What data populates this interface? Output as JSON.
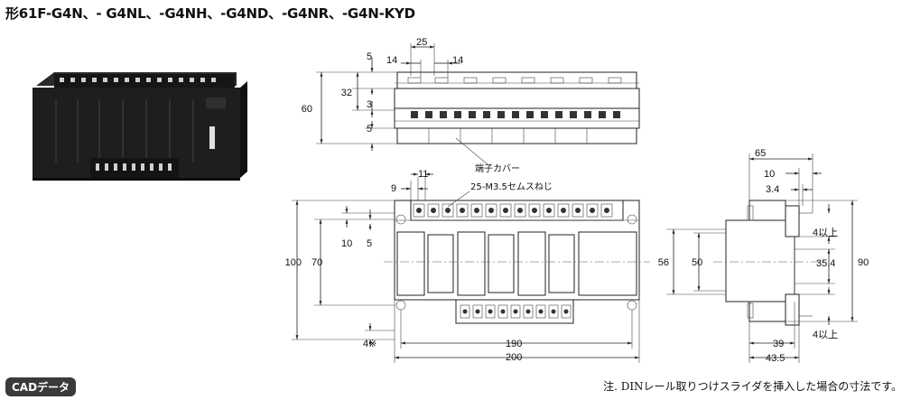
{
  "title": "形61F-G4N、- G4NL、-G4NH、-G4ND、-G4NR、-G4N-KYD",
  "cad_label": "CADデータ",
  "note": "注. DINレール取りつけスライダを挿入した場合の寸法です。",
  "top_view": {
    "dims": {
      "d25": "25",
      "d14a": "14",
      "d14b": "14",
      "d5a": "5",
      "d32": "32",
      "d60": "60",
      "d3": "3",
      "d5b": "5"
    },
    "label_cover": "端子カバー"
  },
  "front_view": {
    "label_screw": "25-M3.5セムスねじ",
    "dims": {
      "d9": "9",
      "d11": "11",
      "d10": "10",
      "d5": "5",
      "d100": "100",
      "d70": "70",
      "d4": "4※",
      "d190": "190",
      "d200": "200"
    }
  },
  "side_view": {
    "dims": {
      "d65": "65",
      "d10": "10",
      "d3_4": "3.4",
      "d4a": "4以上",
      "d56": "56",
      "d50": "50",
      "d35_4": "35.4",
      "d90": "90",
      "d39": "39",
      "d4b": "4以上",
      "d43_5": "43.5"
    }
  },
  "colors": {
    "photo_body": "#1e1e1e",
    "badge": "#3a3a3a"
  }
}
